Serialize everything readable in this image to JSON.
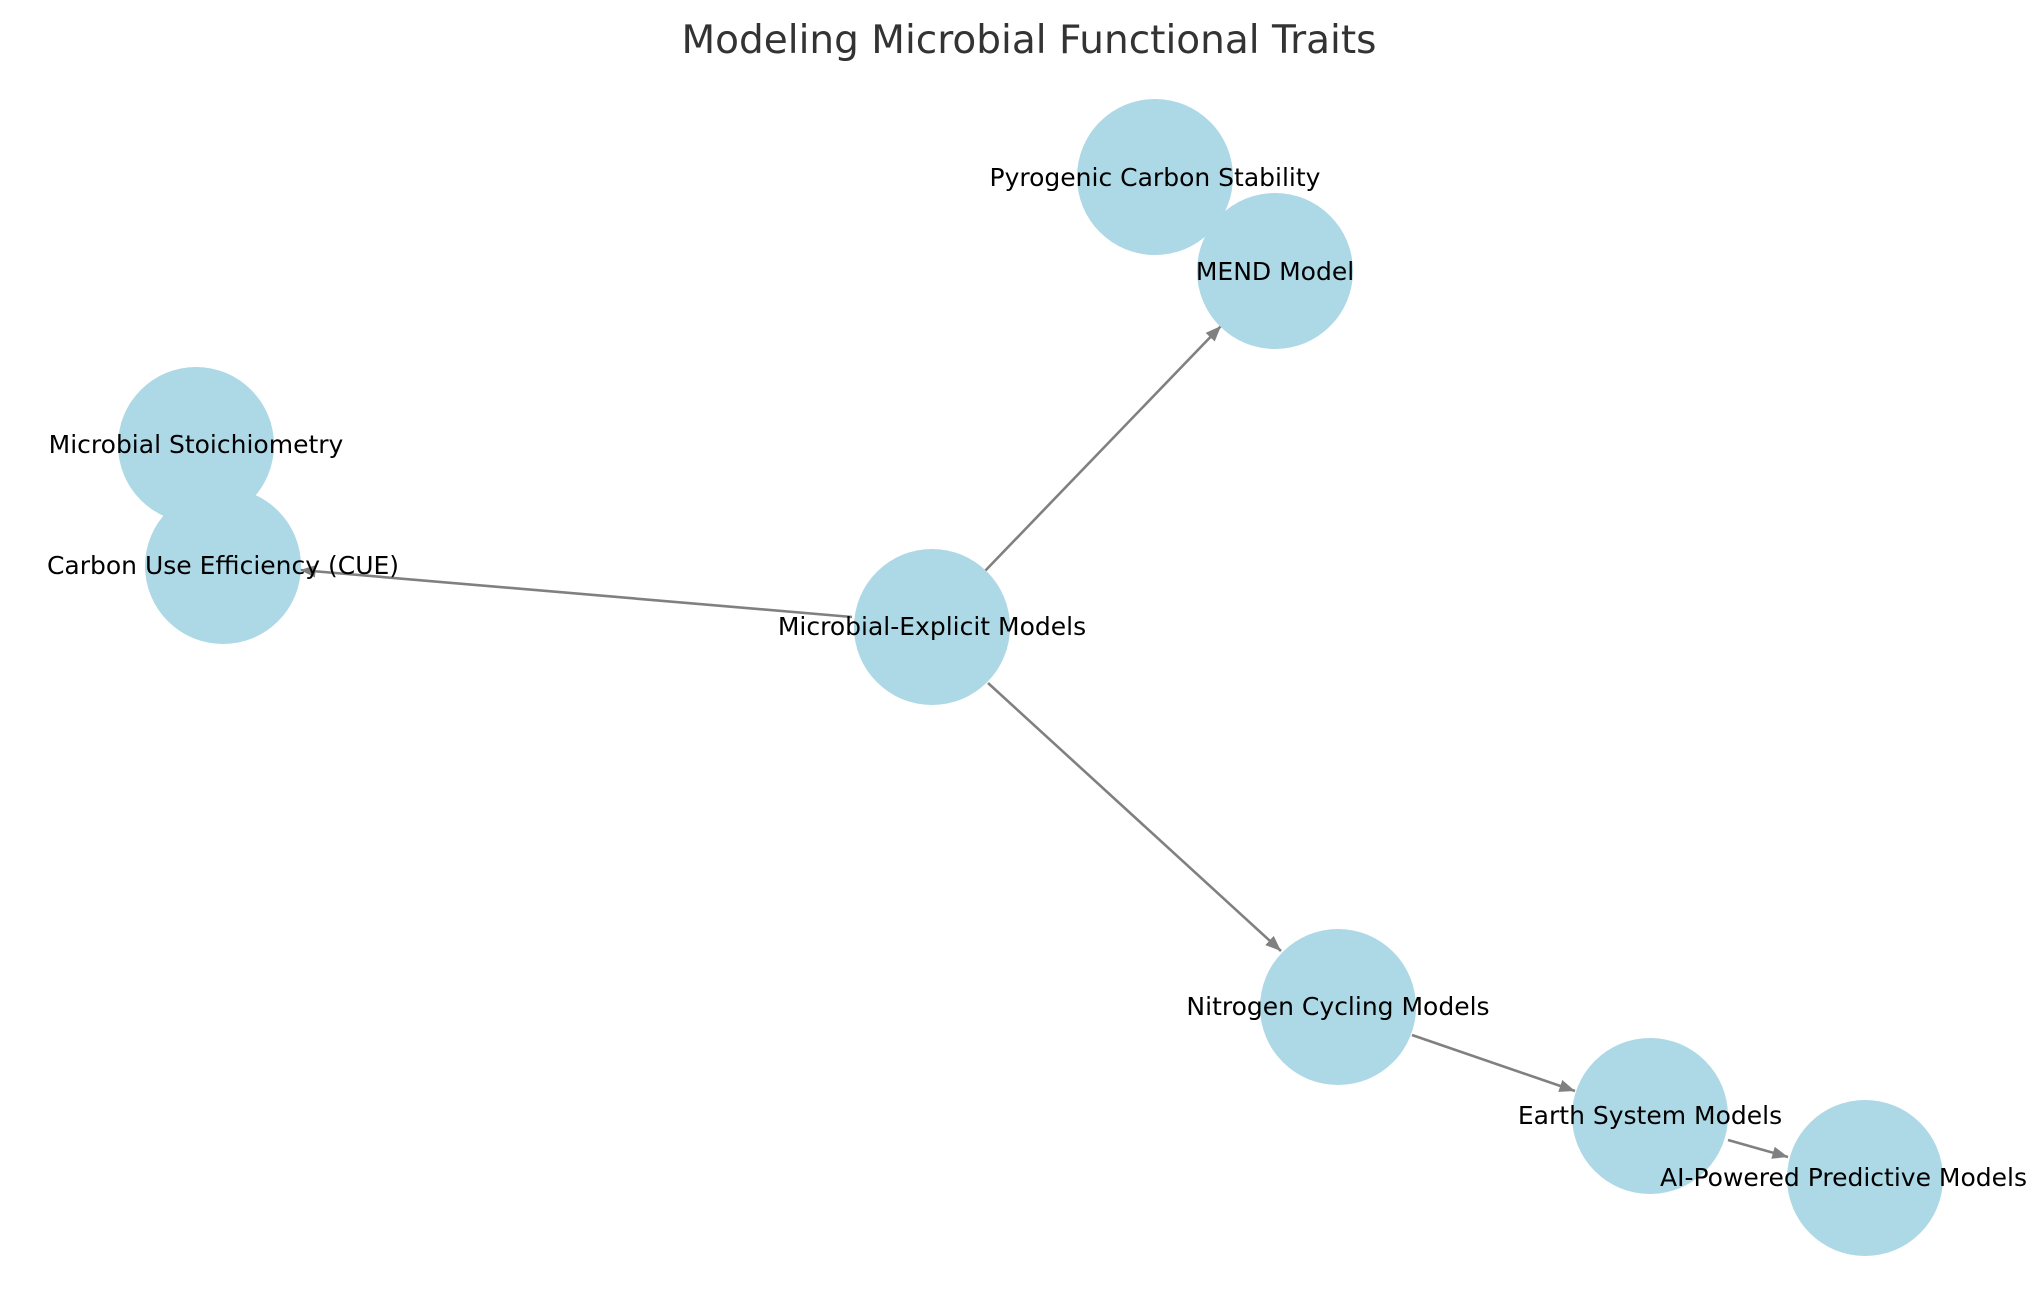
{
  "title": "Modeling Microbial Functional Traits",
  "colors": {
    "node_fill": "#add8e6",
    "edge": "#808080",
    "title": "#333333",
    "label": "#000000",
    "background": "#ffffff"
  },
  "nodes": {
    "pyrogenic": "Pyrogenic Carbon Stability",
    "mend": "MEND Model",
    "stoich": "Microbial Stoichiometry",
    "cue": "Carbon Use Efficiency (CUE)",
    "explicit": "Microbial-Explicit Models",
    "nitrogen": "Nitrogen Cycling Models",
    "earth": "Earth System Models",
    "ai": "AI-Powered Predictive Models"
  },
  "edges": [
    {
      "from": "Microbial-Explicit Models",
      "to": "MEND Model"
    },
    {
      "from": "Microbial-Explicit Models",
      "to": "Carbon Use Efficiency (CUE)"
    },
    {
      "from": "Microbial-Explicit Models",
      "to": "Nitrogen Cycling Models"
    },
    {
      "from": "Nitrogen Cycling Models",
      "to": "Earth System Models"
    },
    {
      "from": "Earth System Models",
      "to": "AI-Powered Predictive Models"
    }
  ]
}
